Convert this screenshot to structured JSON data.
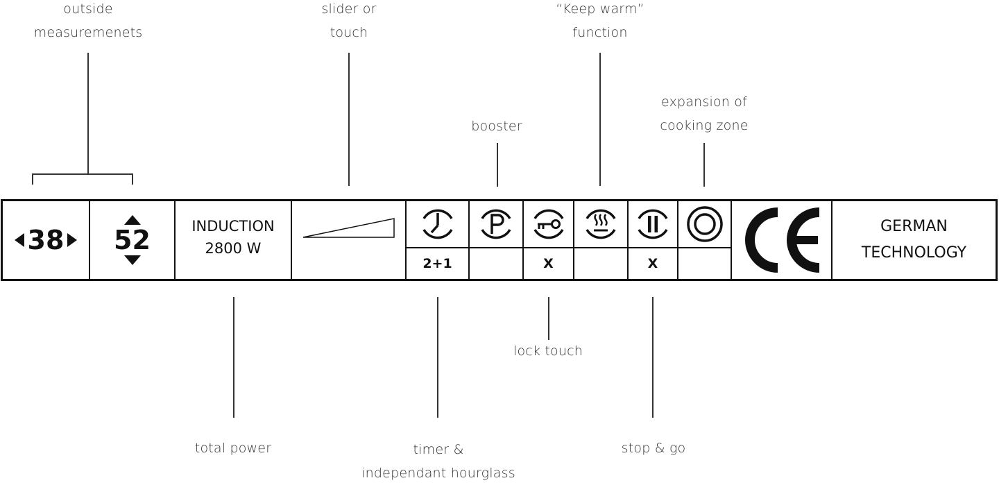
{
  "diagram": {
    "title_annotations_top": [
      {
        "id": "outside-measurements",
        "lines": [
          "outside",
          "measuremenets"
        ]
      },
      {
        "id": "slider-or-touch",
        "lines": [
          "slider or",
          "touch"
        ]
      },
      {
        "id": "booster",
        "lines": [
          "booster"
        ]
      },
      {
        "id": "keep-warm",
        "lines": [
          "“Keep warm”",
          "function"
        ]
      },
      {
        "id": "expansion",
        "lines": [
          "expansion of",
          "cooking zone"
        ]
      }
    ],
    "title_annotations_bottom": [
      {
        "id": "total-power",
        "lines": [
          "total power"
        ]
      },
      {
        "id": "timer",
        "lines": [
          "timer &",
          "independant hourglass"
        ]
      },
      {
        "id": "lock-touch",
        "lines": [
          "lock touch"
        ]
      },
      {
        "id": "stop-go",
        "lines": [
          "stop & go"
        ]
      }
    ],
    "panel": {
      "width_value": "38",
      "depth_value": "52",
      "power_type": "INDUCTION",
      "power_value": "2800 W",
      "control_icon": "slider-wedge",
      "features": [
        {
          "icon": "clock-icon",
          "value": "2+1"
        },
        {
          "icon": "p-booster-icon",
          "value": ""
        },
        {
          "icon": "key-lock-icon",
          "value": "X"
        },
        {
          "icon": "keep-warm-steam-icon",
          "value": ""
        },
        {
          "icon": "pause-icon",
          "value": "X"
        },
        {
          "icon": "double-ring-icon",
          "value": ""
        }
      ],
      "certification": "CE",
      "origin_line1": "GERMAN",
      "origin_line2": "TECHNOLOGY"
    }
  }
}
